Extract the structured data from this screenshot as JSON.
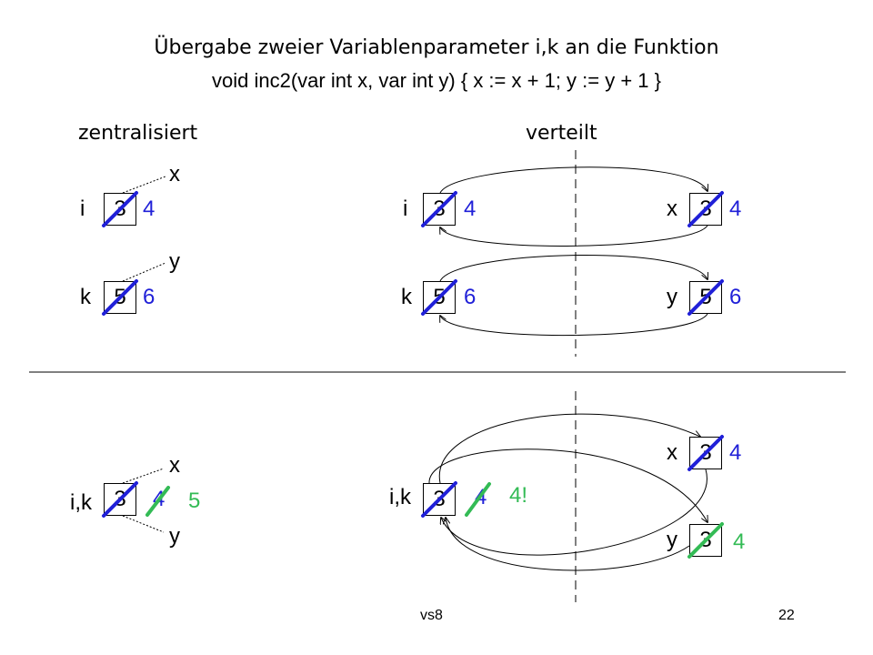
{
  "title": {
    "line1": "Übergabe zweier Variablenparameter i,k an die Funktion",
    "line2": "void inc2(var int x, var int y) { x := x + 1; y := y + 1 }"
  },
  "headings": {
    "left": "zentralisiert",
    "right": "verteilt"
  },
  "top_left": {
    "i": {
      "name": "i",
      "alias": "x",
      "old": "3",
      "new": "4"
    },
    "k": {
      "name": "k",
      "alias": "y",
      "old": "5",
      "new": "6"
    }
  },
  "top_right": {
    "i": {
      "name": "i",
      "old": "3",
      "new": "4"
    },
    "k": {
      "name": "k",
      "old": "5",
      "new": "6"
    },
    "x": {
      "name": "x",
      "old": "3",
      "new": "4"
    },
    "y": {
      "name": "y",
      "old": "5",
      "new": "6"
    }
  },
  "bottom_left": {
    "name": "i,k",
    "alias1": "x",
    "alias2": "y",
    "old": "3",
    "mid": "4",
    "new": "5"
  },
  "bottom_right": {
    "ik": {
      "name": "i,k",
      "old": "3",
      "mid": "4",
      "new": "4!"
    },
    "x": {
      "name": "x",
      "old": "3",
      "new": "4"
    },
    "y": {
      "name": "y",
      "old": "3",
      "new": "4"
    }
  },
  "footer": {
    "left": "vs8",
    "right": "22"
  },
  "colors": {
    "blue": "#2020d8",
    "green": "#33bb55"
  }
}
